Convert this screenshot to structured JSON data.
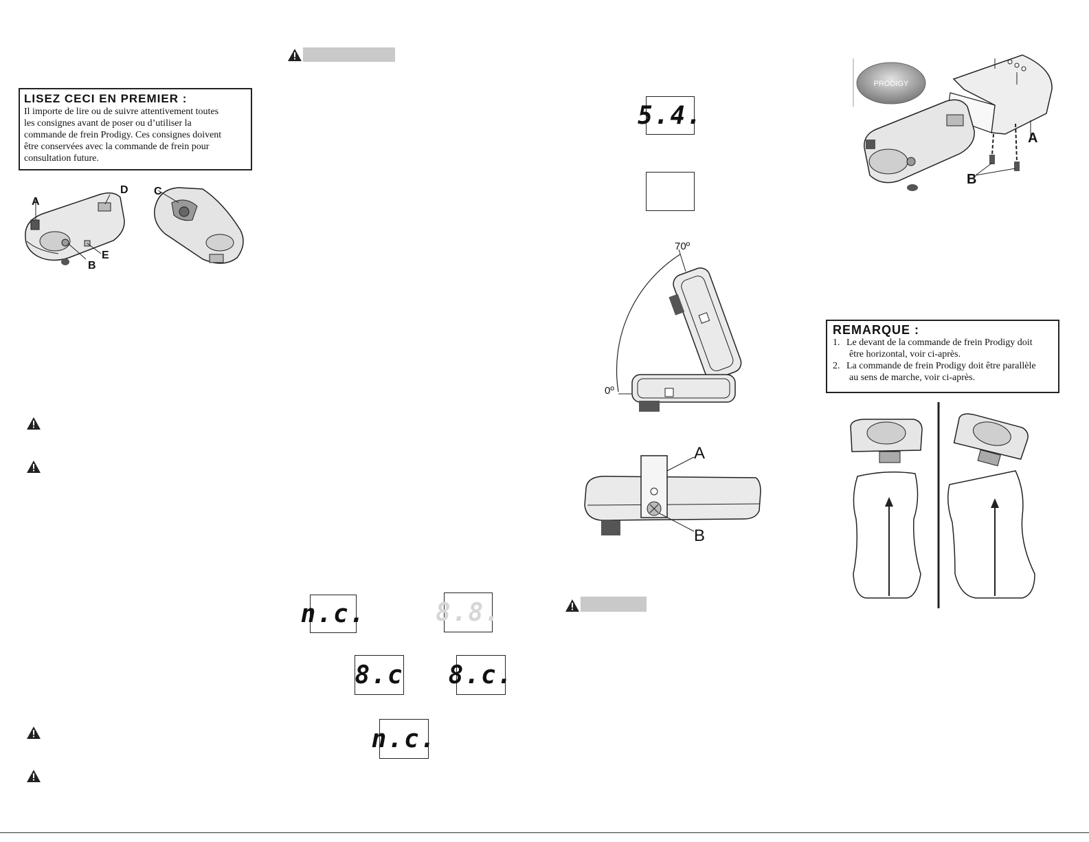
{
  "read_first": {
    "title": "LISEZ CECI EN PREMIER :",
    "line1": "Il importe de lire ou de suivre attentivement toutes",
    "line2": "les consignes avant de poser ou d’utiliser la",
    "line3": "commande de frein Prodigy. Ces consignes doivent",
    "line4": "être conservées avec la commande de frein pour",
    "line5": "consultation future."
  },
  "figure1_labels": {
    "a": "A",
    "b": "B",
    "c": "C",
    "d": "D",
    "e": "E"
  },
  "displays": {
    "d1": "5.4.",
    "nc1": "n.c.",
    "ghost1": "8.8.",
    "c1": "8.c",
    "c2": "8.c.",
    "nc2": "n.c."
  },
  "angle_labels": {
    "top": "70º",
    "bottom": "0º"
  },
  "mount_labels": {
    "a": "A",
    "b": "B"
  },
  "bracket_labels": {
    "a": "A",
    "b": "B"
  },
  "logo": {
    "text": "PRODIGY"
  },
  "remarque": {
    "title": "REMARQUE :",
    "item1_num": "1.",
    "item1_l1": "Le devant de la commande de frein Prodigy doit",
    "item1_l2": "être horizontal, voir ci-après.",
    "item2_num": "2.",
    "item2_l1": "La commande de frein Prodigy doit être parallèle",
    "item2_l2": "au sens de marche, voir ci-après."
  },
  "colors": {
    "warning_bar": "#c9c9c9",
    "border": "#222222"
  },
  "icons": [
    "warning-triangle-icon"
  ]
}
